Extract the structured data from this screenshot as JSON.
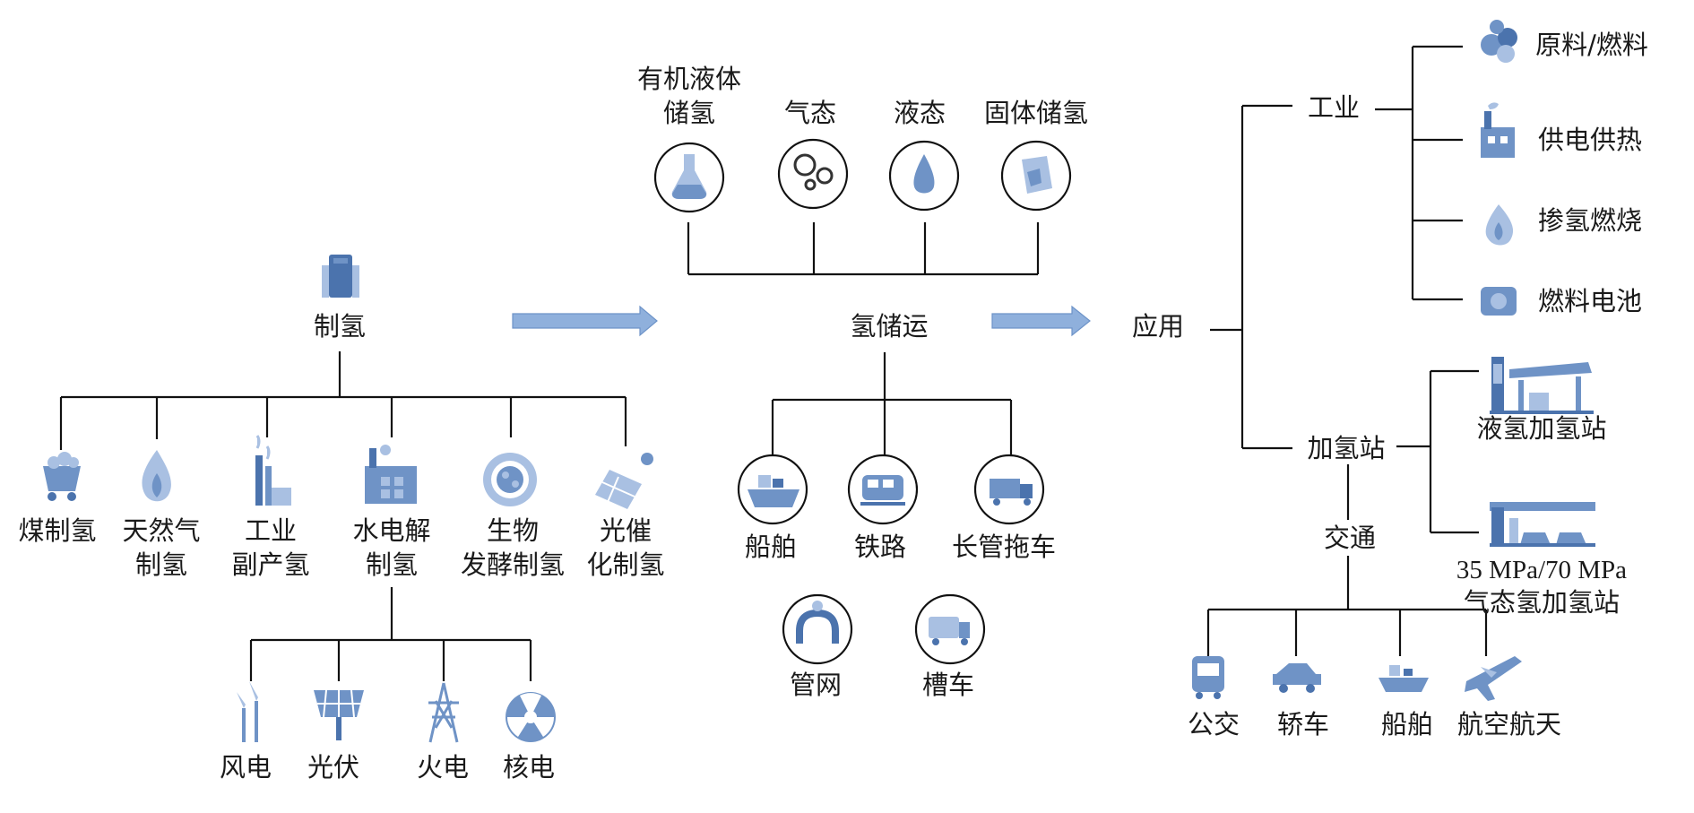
{
  "production": {
    "title": "制氢",
    "methods": [
      {
        "line1": "煤制氢",
        "line2": "",
        "icon": "coal-cart-icon"
      },
      {
        "line1": "天然气",
        "line2": "制氢",
        "icon": "flame-icon"
      },
      {
        "line1": "工业",
        "line2": "副产氢",
        "icon": "factory-chimney-icon"
      },
      {
        "line1": "水电解",
        "line2": "制氢",
        "icon": "electrolysis-plant-icon"
      },
      {
        "line1": "生物",
        "line2": "发酵制氢",
        "icon": "biomass-icon"
      },
      {
        "line1": "光催",
        "line2": "化制氢",
        "icon": "solar-catalysis-icon"
      }
    ],
    "power_sources": [
      {
        "label": "风电",
        "icon": "wind-turbine-icon"
      },
      {
        "label": "光伏",
        "icon": "solar-panel-icon"
      },
      {
        "label": "火电",
        "icon": "power-tower-icon"
      },
      {
        "label": "核电",
        "icon": "nuclear-icon"
      }
    ]
  },
  "storage": {
    "title": "氢储运",
    "methods": [
      {
        "line1": "有机液体",
        "line2": "储氢",
        "icon": "flask-icon"
      },
      {
        "line1": "气态",
        "line2": "",
        "icon": "gas-bubbles-icon"
      },
      {
        "line1": "液态",
        "line2": "",
        "icon": "liquid-drop-icon"
      },
      {
        "line1": "固体储氢",
        "line2": "",
        "icon": "solid-block-icon"
      }
    ],
    "transport": [
      {
        "label": "船舶",
        "icon": "ship-icon"
      },
      {
        "label": "铁路",
        "icon": "train-icon"
      },
      {
        "label": "长管拖车",
        "icon": "tube-trailer-icon"
      },
      {
        "label": "管网",
        "icon": "pipeline-icon"
      },
      {
        "label": "槽车",
        "icon": "tank-truck-icon"
      }
    ]
  },
  "application": {
    "title": "应用",
    "industry": {
      "title": "工业",
      "items": [
        {
          "label": "原料/燃料",
          "icon": "raw-material-icon"
        },
        {
          "label": "供电供热",
          "icon": "power-heat-icon"
        },
        {
          "label": "掺氢燃烧",
          "icon": "combustion-icon"
        },
        {
          "label": "燃料电池",
          "icon": "fuel-cell-icon"
        }
      ]
    },
    "station": {
      "title": "加氢站",
      "items": [
        {
          "line1": "液氢加氢站",
          "line2": "",
          "icon": "liquid-h2-station-icon"
        },
        {
          "line1": "35 MPa/70 MPa",
          "line2": "气态氢加氢站",
          "icon": "gas-h2-station-icon"
        }
      ]
    },
    "traffic": {
      "title": "交通",
      "items": [
        {
          "label": "公交",
          "icon": "bus-icon"
        },
        {
          "label": "轿车",
          "icon": "car-icon"
        },
        {
          "label": "船舶",
          "icon": "ship-icon"
        },
        {
          "label": "航空航天",
          "icon": "airplane-icon"
        }
      ]
    }
  },
  "colors": {
    "icon": "#6f93c6",
    "arrow": "#8fb0dc",
    "line": "#111111"
  }
}
